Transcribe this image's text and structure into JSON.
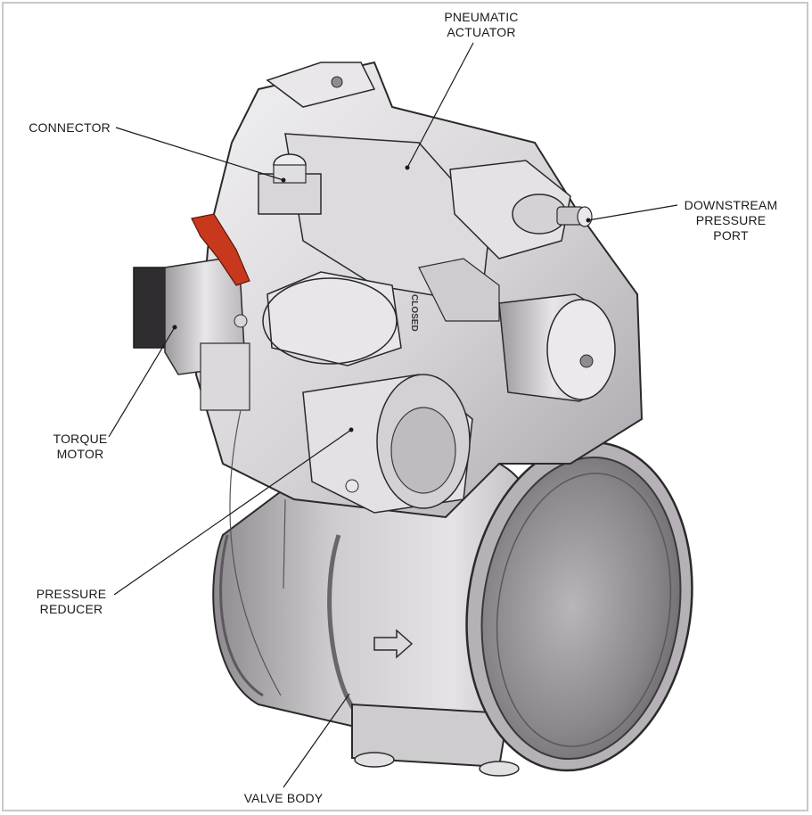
{
  "labels": {
    "pneumatic_actuator": [
      "PNEUMATIC",
      "ACTUATOR"
    ],
    "connector": [
      "CONNECTOR"
    ],
    "downstream_pressure_port": [
      "DOWNSTREAM",
      "PRESSURE",
      "PORT"
    ],
    "torque_motor": [
      "TORQUE",
      "MOTOR"
    ],
    "pressure_reducer": [
      "PRESSURE",
      "REDUCER"
    ],
    "valve_body": [
      "VALVE BODY"
    ]
  },
  "markings": {
    "closed": "CLOSED"
  },
  "colors": {
    "metal_light": "#e6e4e6",
    "metal_mid": "#c9c6ca",
    "metal_dark": "#8f8b90",
    "duct_inner": "#7d7a7e",
    "outline": "#2a2a2a",
    "tag_red": "#c8381c",
    "leader": "#1a1a1a",
    "frame": "#c8c8c8"
  }
}
